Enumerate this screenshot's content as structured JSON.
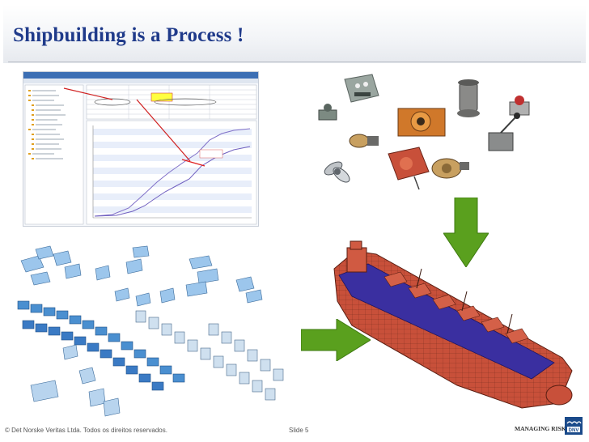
{
  "title": "Shipbuilding is a Process !",
  "footer": {
    "copyright": "© Det Norske Veritas Ltda. Todos os direitos reservados.",
    "slide": "Slide 5",
    "tagline": "MANAGING RISK",
    "logo_text": "DNV"
  },
  "colors": {
    "title": "#1f3a8a",
    "arrow_green": "#5aa01e",
    "hull_red": "#c8503a",
    "deck_blue": "#3a2fa0",
    "block_blue": "#4a8fd0"
  }
}
